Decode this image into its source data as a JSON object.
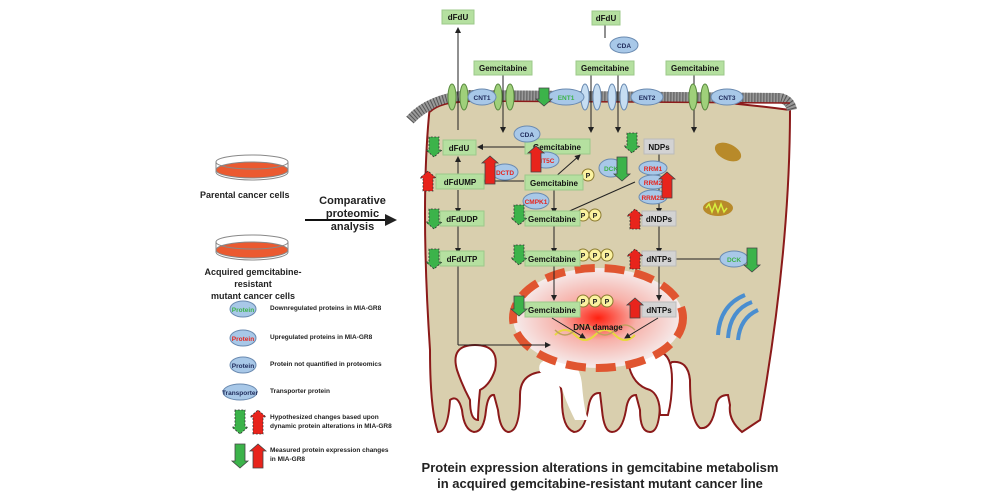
{
  "left": {
    "parental_label": "Parental  cancer cells",
    "resistant_label_line1": "Acquired gemcitabine-resistant",
    "resistant_label_line2": "mutant cancer cells",
    "comparative_line1": "Comparative",
    "comparative_line2": "proteomic analysis"
  },
  "legend": {
    "items": [
      {
        "symbol": "Protein",
        "symbol_color": "#3cb34a",
        "text": "Downregulated proteins in MIA-GR8"
      },
      {
        "symbol": "Protein",
        "symbol_color": "#e8241c",
        "text": "Upregulated proteins in MIA-GR8"
      },
      {
        "symbol": "Protein",
        "symbol_color": "#1e2a5a",
        "text": "Protein not quantified in proteomics"
      },
      {
        "symbol": "Transporter",
        "symbol_color": "#1e2a5a",
        "text": "Transporter protein"
      }
    ],
    "hypothesized_line1": "Hypothesized changes based upon",
    "hypothesized_line2": "dynamic protein alterations in MIA-GR8",
    "measured_line1": "Measured protein expression changes",
    "measured_line2": "in MIA-GR8"
  },
  "outside": {
    "dfdu_left": "dFdU",
    "dfdu_right": "dFdU",
    "cda_outside": "CDA",
    "gem1": "Gemcitabine",
    "gem2": "Gemcitabine",
    "gem3": "Gemcitabine"
  },
  "transporters": {
    "cnt1": "CNT1",
    "ent1": "ENT1",
    "ent2": "ENT2",
    "cnt3": "CNT3"
  },
  "pathway": {
    "dfdu": "dFdU",
    "dfdump": "dFdUMP",
    "dfdudp": "dFdUDP",
    "dfdutp": "dFdUTP",
    "gem_top": "Gemcitabine",
    "gem_mp": "Gemcitabine",
    "gem_dp": "Gemcitabine",
    "gem_tp": "Gemcitabine",
    "gem_nuc": "Gemcitabine",
    "ndps": "NDPs",
    "dndps": "dNDPs",
    "dntps": "dNTPs",
    "dntps_nuc": "dNTPs",
    "dna_damage": "DNA damage",
    "phosphate": "P"
  },
  "enzymes": {
    "cda": "CDA",
    "nt5c": "NT5C",
    "dctd": "DCTD",
    "dck": "DCK",
    "cmpk1": "CMPK1",
    "rrm1": "RRM1",
    "rrm2": "RRM2",
    "rrm2b": "RRM2B",
    "dck2": "DCK"
  },
  "colors": {
    "up": "#e8241c",
    "down": "#3cb34a",
    "box": "#b5e0a0",
    "grey_box": "#d3d3d3",
    "cell": "#d9cfae",
    "membrane": "#8b1a1a",
    "protein": "#a8c8e8"
  },
  "title_line1": "Protein expression alterations in gemcitabine metabolism",
  "title_line2": "in acquired gemcitabine-resistant mutant cancer line"
}
